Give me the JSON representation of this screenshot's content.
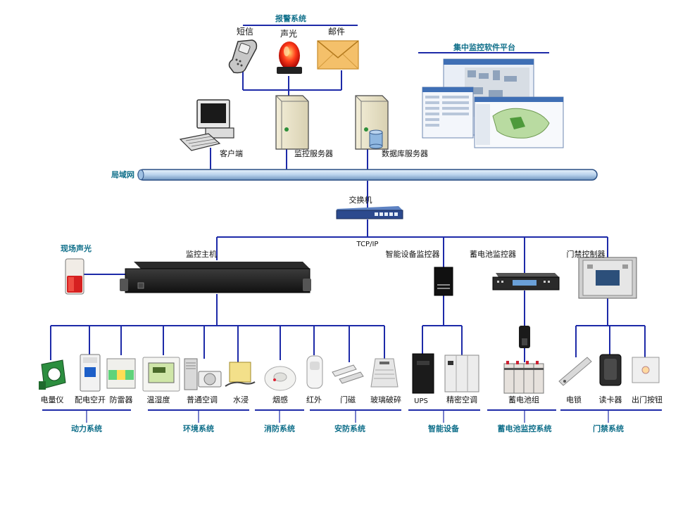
{
  "alarm": {
    "title": "报警系统",
    "sms": "短信",
    "sound_light": "声光",
    "email": "邮件"
  },
  "platform": {
    "title": "集中监控软件平台"
  },
  "servers": {
    "client": "客户端",
    "monitor_server": "监控服务器",
    "db_server": "数据库服务器"
  },
  "network": {
    "lan": "局域网",
    "switch": "交换机",
    "tcpip": "TCP/IP"
  },
  "controllers": {
    "onsite_alarm": "现场声光",
    "host": "监控主机",
    "smart": "智能设备监控器",
    "battery": "蓄电池监控器",
    "access": "门禁控制器"
  },
  "devices": {
    "meter": "电量仪",
    "breaker": "配电空开",
    "surge": "防雷器",
    "th": "温湿度",
    "ac": "普通空调",
    "water": "水浸",
    "smoke": "烟感",
    "ir": "红外",
    "door": "门磁",
    "glass": "玻璃破碎",
    "ups": "UPS",
    "pac": "精密空调",
    "battery": "蓄电池组",
    "lock": "电锁",
    "reader": "读卡器",
    "exit": "出门按钮"
  },
  "groups": {
    "power": "动力系统",
    "env": "环境系统",
    "fire": "消防系统",
    "security": "安防系统",
    "smart": "智能设备",
    "battery": "蓄电池监控系统",
    "access": "门禁系统"
  }
}
